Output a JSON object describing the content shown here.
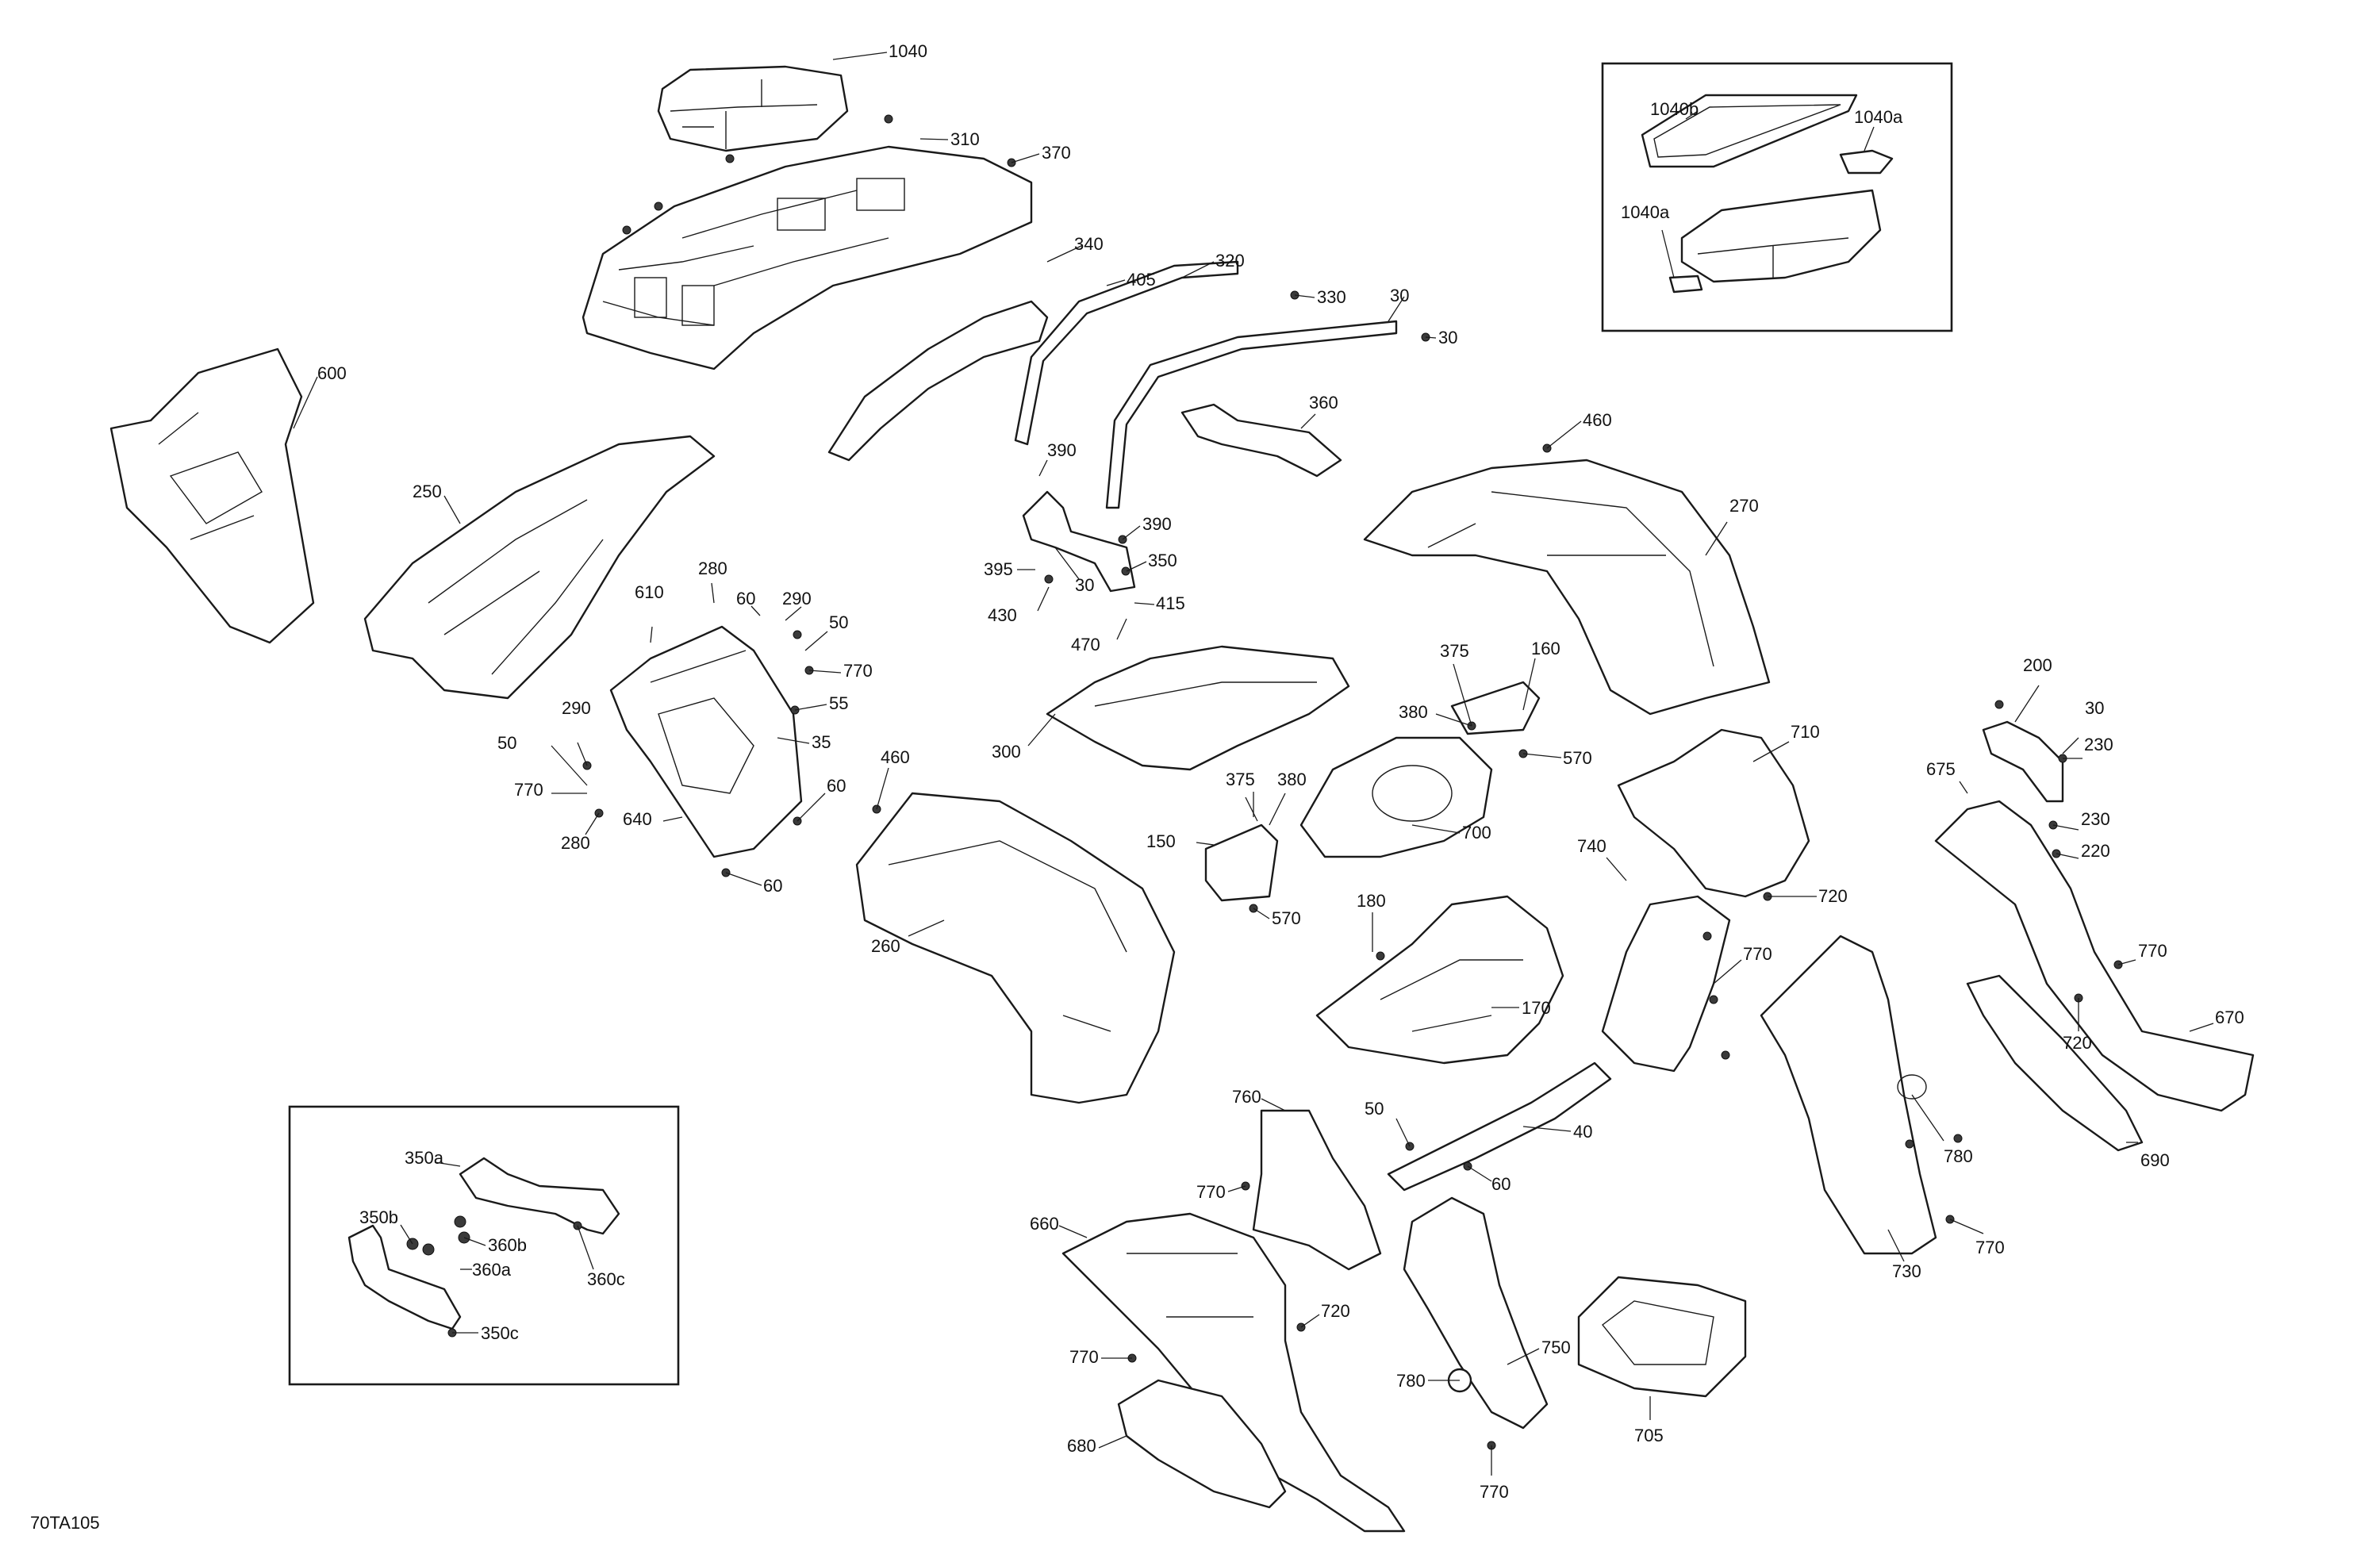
{
  "diagram_code": "70TA105",
  "callouts": [
    "1040",
    "310",
    "370",
    "340",
    "405",
    "320",
    "330",
    "30",
    "30",
    "360",
    "460",
    "270",
    "600",
    "250",
    "390",
    "390",
    "350",
    "395",
    "30",
    "430",
    "415",
    "470",
    "610",
    "280",
    "60",
    "290",
    "50",
    "770",
    "55",
    "35",
    "60",
    "290",
    "50",
    "770",
    "280",
    "640",
    "60",
    "460",
    "375",
    "160",
    "380",
    "570",
    "300",
    "260",
    "375",
    "380",
    "150",
    "570",
    "700",
    "710",
    "740",
    "770",
    "720",
    "200",
    "30",
    "230",
    "675",
    "230",
    "220",
    "770",
    "670",
    "720",
    "690",
    "180",
    "170",
    "50",
    "40",
    "60",
    "760",
    "770",
    "660",
    "720",
    "770",
    "680",
    "780",
    "750",
    "770",
    "705",
    "730",
    "780",
    "770"
  ],
  "inset_top": {
    "labels": [
      "1040b",
      "1040a",
      "1040a"
    ]
  },
  "inset_bottom": {
    "labels": [
      "350a",
      "350b",
      "360b",
      "360a",
      "360c",
      "350c"
    ]
  }
}
